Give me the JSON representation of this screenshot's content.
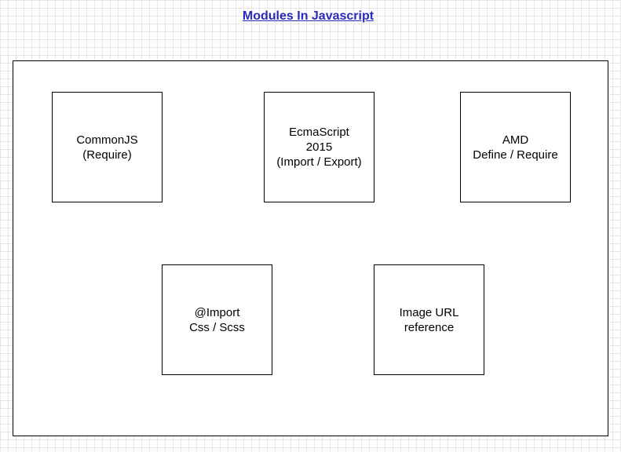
{
  "title": "Modules In Javascript",
  "modules": [
    {
      "line1": "CommonJS",
      "line2": "(Require)"
    },
    {
      "line1": "EcmaScript",
      "line2": "2015",
      "line3": "(Import / Export)"
    },
    {
      "line1": "AMD",
      "line2": "Define / Require"
    },
    {
      "line1": "@Import",
      "line2": "Css / Scss"
    },
    {
      "line1": "Image URL",
      "line2": "reference"
    }
  ],
  "colors": {
    "title_link": "#2a2aba",
    "border": "#000000",
    "grid": "#e6e6e6"
  }
}
